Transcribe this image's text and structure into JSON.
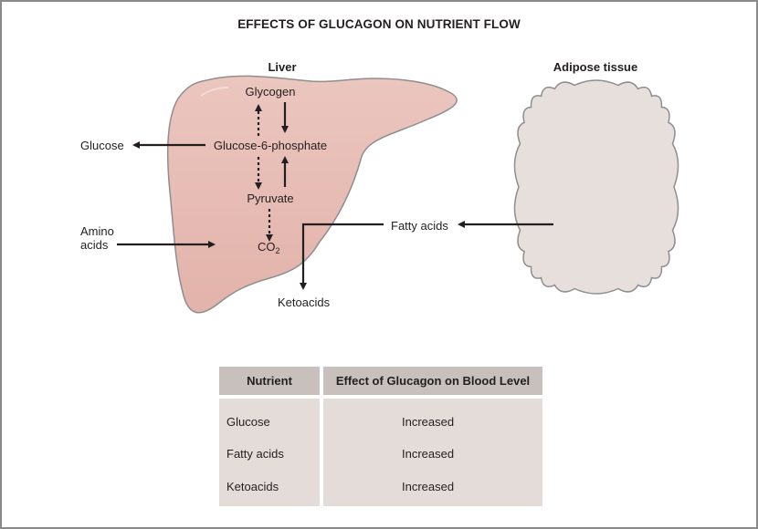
{
  "title": "EFFECTS OF GLUCAGON ON NUTRIENT FLOW",
  "colors": {
    "liver_fill": "#e6bdb5",
    "liver_stroke": "#8e8e8e",
    "adipose_fill": "#e7dfdc",
    "adipose_stroke": "#8e8e8e",
    "arrow": "#231f20",
    "table_header": "#c8c0bd",
    "table_body": "#e4dcd9"
  },
  "diagram": {
    "liver_label": "Liver",
    "adipose_label": "Adipose tissue",
    "nodes": {
      "glycogen": "Glycogen",
      "g6p": "Glucose-6-phosphate",
      "pyruvate": "Pyruvate",
      "co2_main": "CO",
      "co2_sub": "2",
      "glucose": "Glucose",
      "amino_line1": "Amino",
      "amino_line2": "acids",
      "fatty_acids": "Fatty acids",
      "ketoacids": "Ketoacids"
    },
    "arrows": [
      {
        "from": "Glucose-6-phosphate",
        "to": "Glycogen",
        "style": "dotted"
      },
      {
        "from": "Glycogen",
        "to": "Glucose-6-phosphate",
        "style": "solid"
      },
      {
        "from": "Glucose-6-phosphate",
        "to": "Pyruvate",
        "style": "dotted"
      },
      {
        "from": "Pyruvate",
        "to": "Glucose-6-phosphate",
        "style": "solid"
      },
      {
        "from": "Pyruvate",
        "to": "CO2",
        "style": "dotted"
      },
      {
        "from": "Glucose-6-phosphate",
        "to": "Glucose",
        "style": "solid"
      },
      {
        "from": "Amino acids",
        "to": "Liver",
        "style": "solid"
      },
      {
        "from": "Adipose tissue",
        "to": "Fatty acids",
        "style": "solid"
      },
      {
        "from": "Fatty acids",
        "to": "Ketoacids",
        "style": "solid"
      }
    ]
  },
  "table": {
    "headers": [
      "Nutrient",
      "Effect of Glucagon on Blood Level"
    ],
    "rows": [
      {
        "nutrient": "Glucose",
        "effect": "Increased"
      },
      {
        "nutrient": "Fatty acids",
        "effect": "Increased"
      },
      {
        "nutrient": "Ketoacids",
        "effect": "Increased"
      }
    ]
  }
}
